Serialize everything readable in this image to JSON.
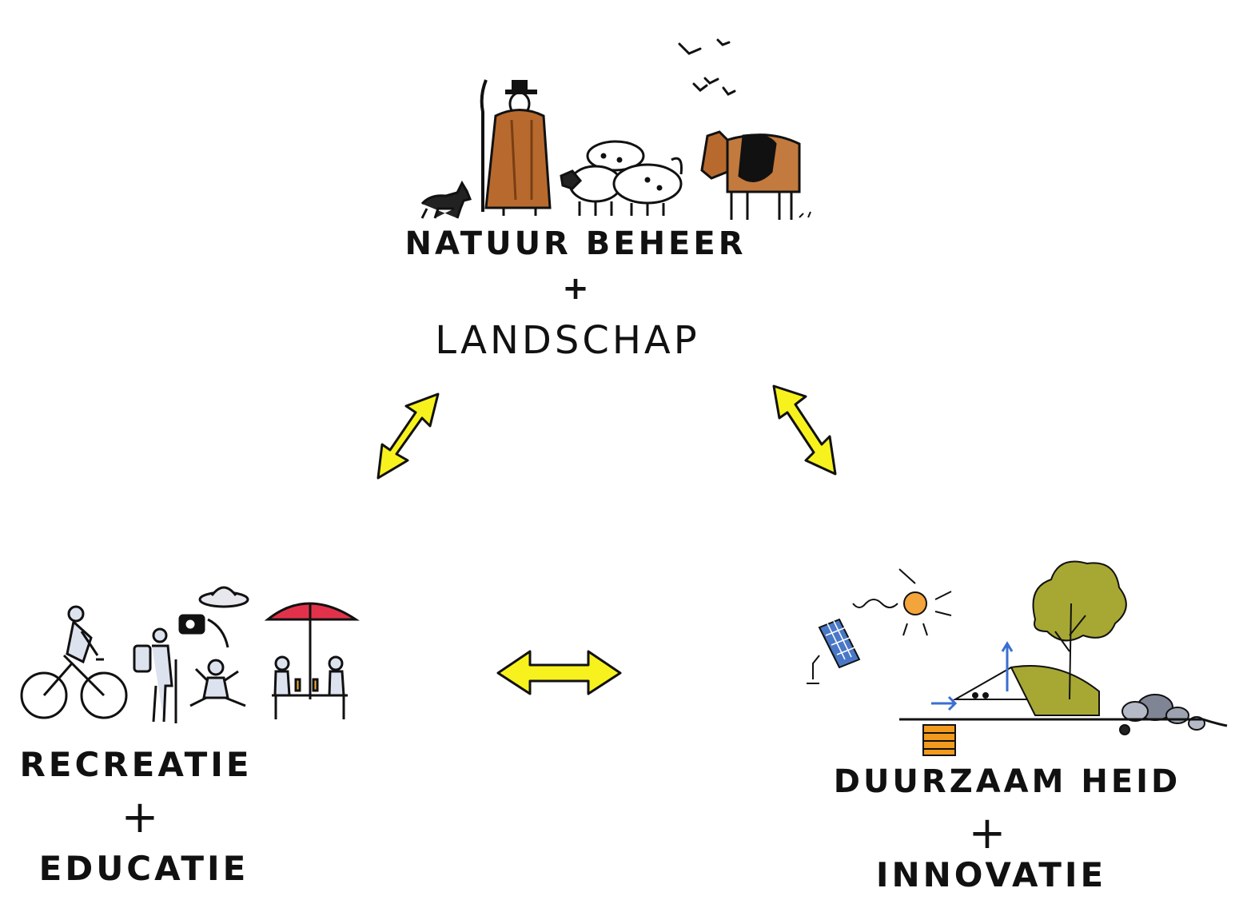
{
  "nodes": {
    "top": {
      "line1": "NATUUR BEHEER",
      "plus": "+",
      "line2": "LANDSCHAP"
    },
    "left": {
      "line1": "RECREATIE",
      "plus": "+",
      "line2": "EDUCATIE"
    },
    "right": {
      "line1": "DUURZAAM HEID",
      "plus": "+",
      "line2": "INNOVATIE"
    }
  },
  "colors": {
    "arrow_fill": "#f7f21e",
    "ink": "#111111",
    "brown": "#b86a2e",
    "red_umbrella": "#e2324b",
    "sun": "#f3a43a",
    "panel_blue": "#4a78c8",
    "tree_green": "#a7a833",
    "rock_gray": "#7f8594",
    "heat_orange": "#f29a1e"
  },
  "icons": [
    "shepherd-icon",
    "dog-icon",
    "sheep-icon",
    "cow-icon",
    "birds-icon",
    "cyclist-icon",
    "hiker-icon",
    "photographer-icon",
    "child-icon",
    "terrace-umbrella-icon",
    "solar-panel-icon",
    "sun-icon",
    "tree-icon",
    "building-icon",
    "rocks-icon",
    "geothermal-icon"
  ]
}
